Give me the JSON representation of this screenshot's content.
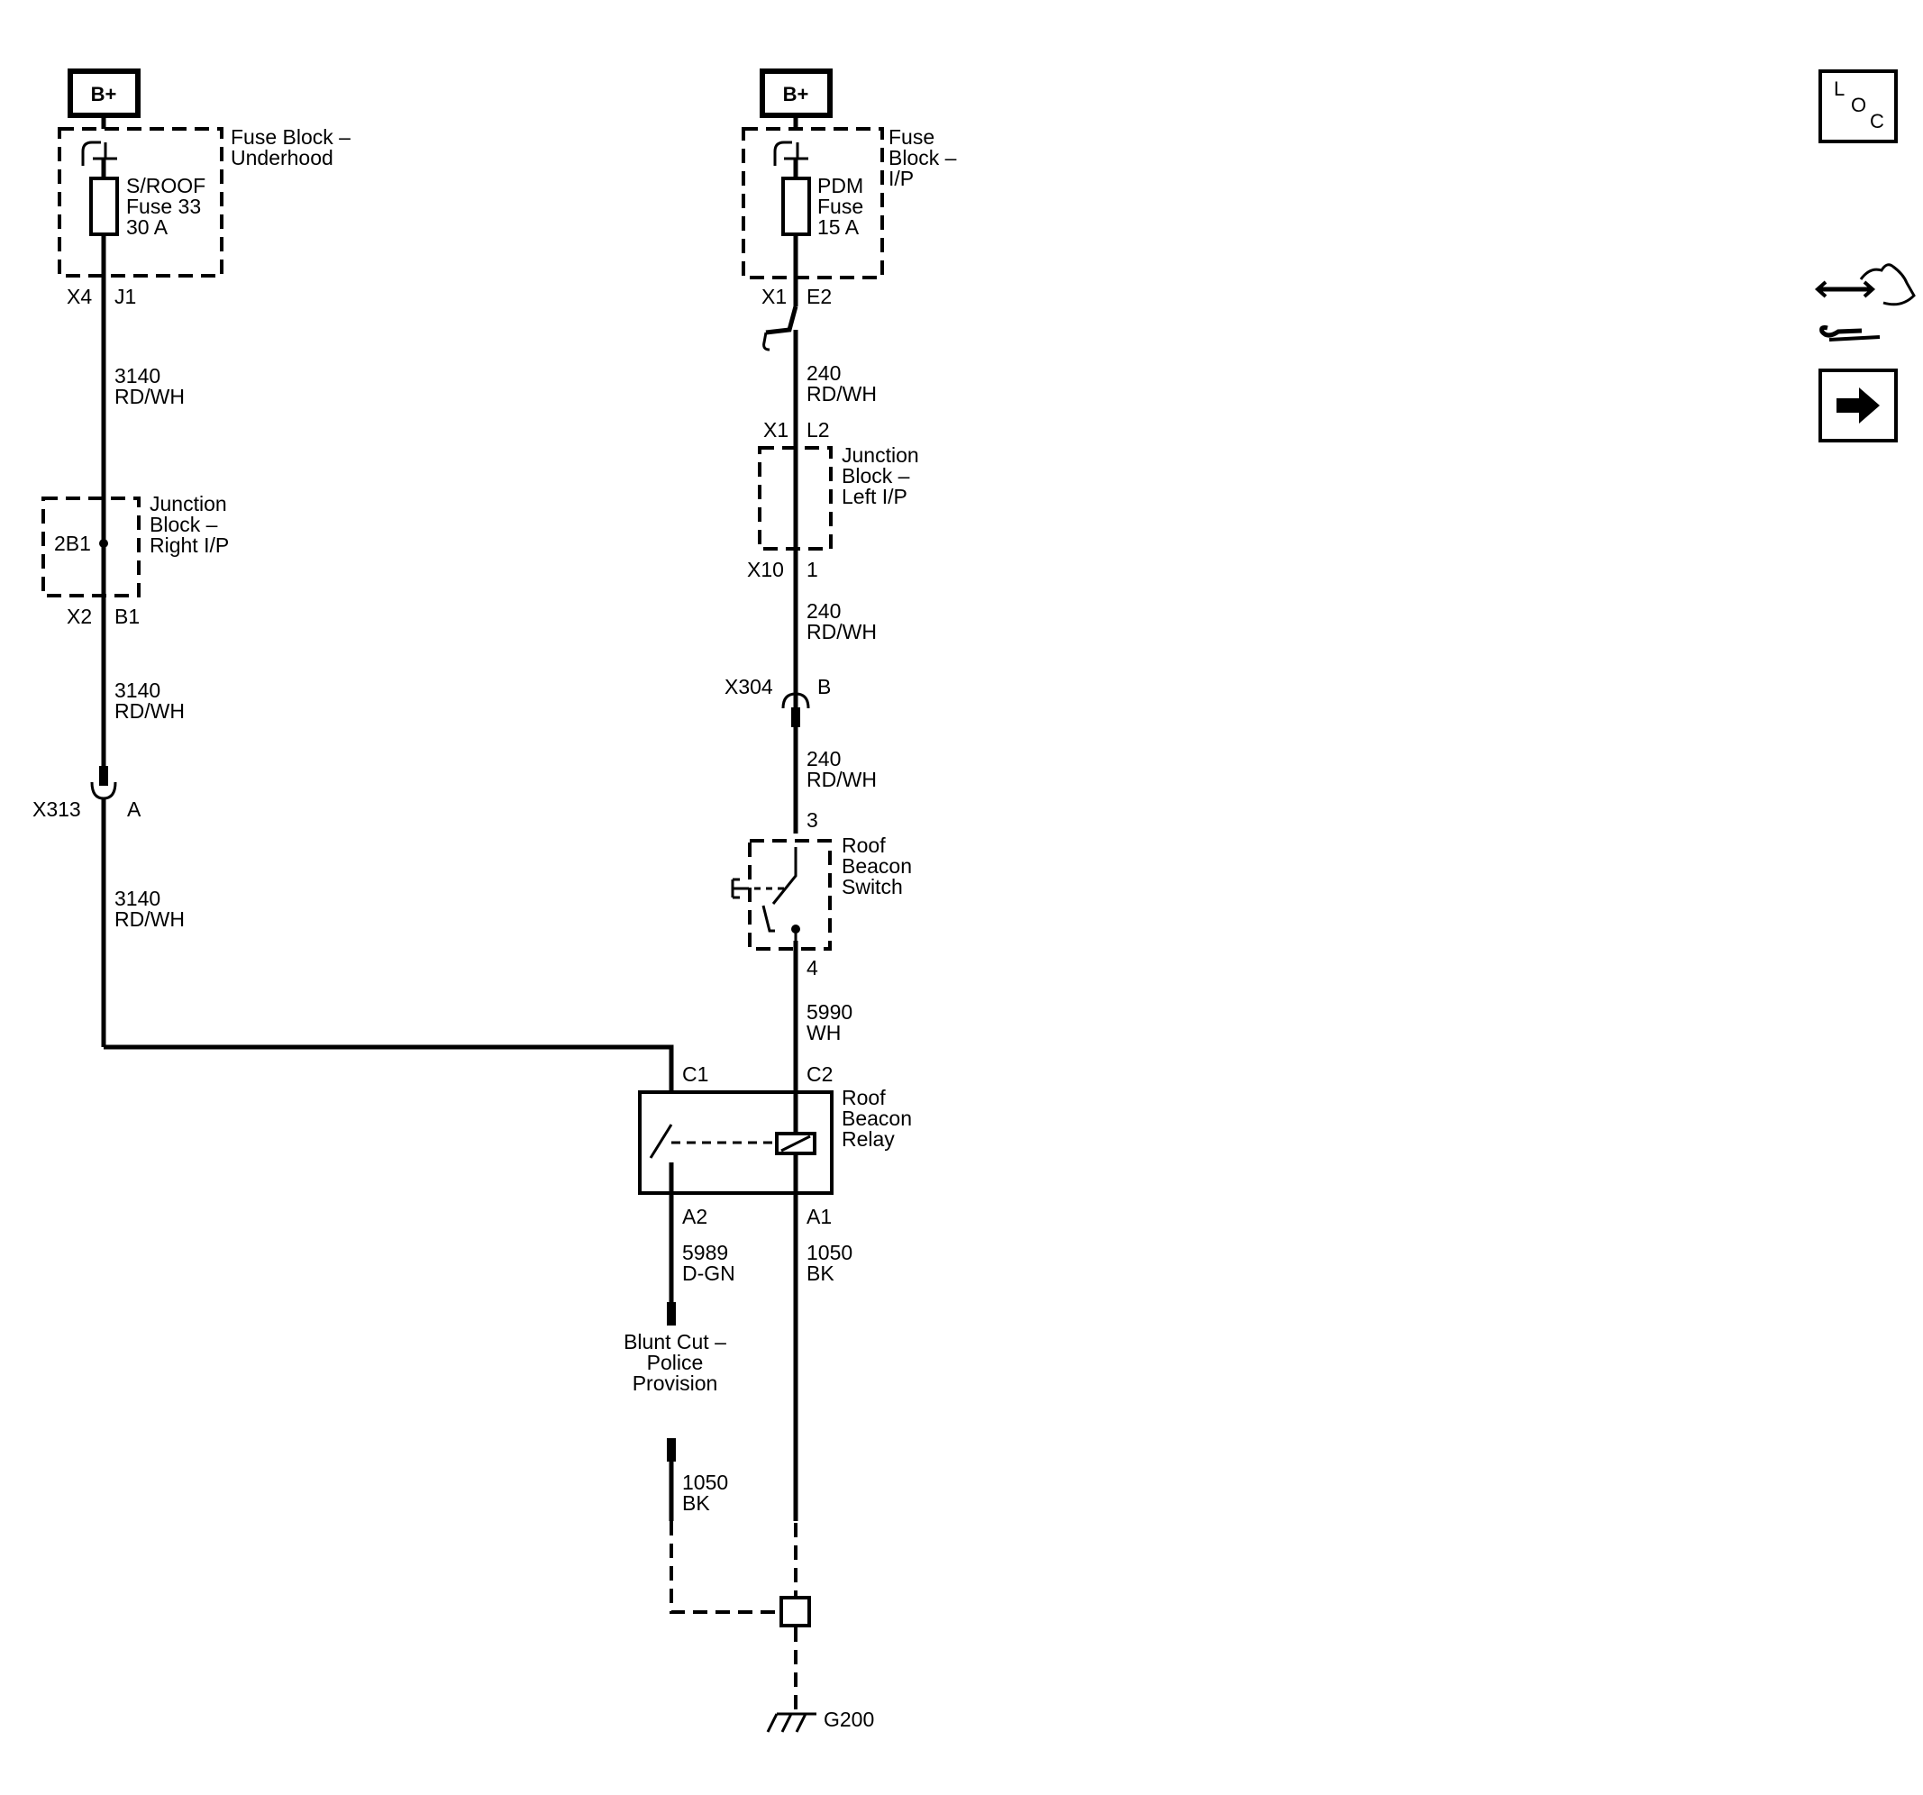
{
  "left_circuit": {
    "power_label": "B+",
    "fuse_block_title": [
      "Fuse Block –",
      "Underhood"
    ],
    "fuse_label": [
      "S/ROOF",
      "Fuse 33",
      "30 A"
    ],
    "fuse_connector": "X4",
    "fuse_terminal": "J1",
    "wire_1": [
      "3140",
      "RD/WH"
    ],
    "junction_block_title": [
      "Junction",
      "Block –",
      "Right I/P"
    ],
    "junction_splice": "2B1",
    "junction_connector": "X2",
    "junction_terminal": "B1",
    "wire_2": [
      "3140",
      "RD/WH"
    ],
    "inline_connector": "X313",
    "inline_terminal": "A",
    "wire_3": [
      "3140",
      "RD/WH"
    ]
  },
  "right_circuit": {
    "power_label": "B+",
    "fuse_block_title": [
      "Fuse",
      "Block –",
      "I/P"
    ],
    "fuse_label": [
      "PDM",
      "Fuse",
      "15 A"
    ],
    "fuse_connector": "X1",
    "fuse_terminal": "E2",
    "wire_1": [
      "240",
      "RD/WH"
    ],
    "junction_top_connector": "X1",
    "junction_top_terminal": "L2",
    "junction_block_title": [
      "Junction",
      "Block –",
      "Left I/P"
    ],
    "junction_bottom_connector": "X10",
    "junction_bottom_terminal": "1",
    "wire_2": [
      "240",
      "RD/WH"
    ],
    "inline_connector": "X304",
    "inline_terminal": "B",
    "wire_3": [
      "240",
      "RD/WH"
    ],
    "switch_pin_in": "3",
    "switch_title": [
      "Roof",
      "Beacon",
      "Switch"
    ],
    "switch_pin_out": "4",
    "wire_4": [
      "5990",
      "WH"
    ]
  },
  "relay": {
    "title": [
      "Roof",
      "Beacon",
      "Relay"
    ],
    "pin_c1": "C1",
    "pin_c2": "C2",
    "pin_a2": "A2",
    "pin_a1": "A1",
    "wire_a2": [
      "5989",
      "D-GN"
    ],
    "wire_a1": [
      "1050",
      "BK"
    ]
  },
  "blunt_cut": {
    "label": [
      "Blunt Cut –",
      "Police",
      "Provision"
    ],
    "wire": [
      "1050",
      "BK"
    ]
  },
  "ground": {
    "label": "G200"
  },
  "side_icons": {
    "loc_letters": [
      "L",
      "O",
      "C"
    ],
    "icons": [
      "loc-icon",
      "connector-service-icon",
      "next-arrow-icon"
    ]
  }
}
